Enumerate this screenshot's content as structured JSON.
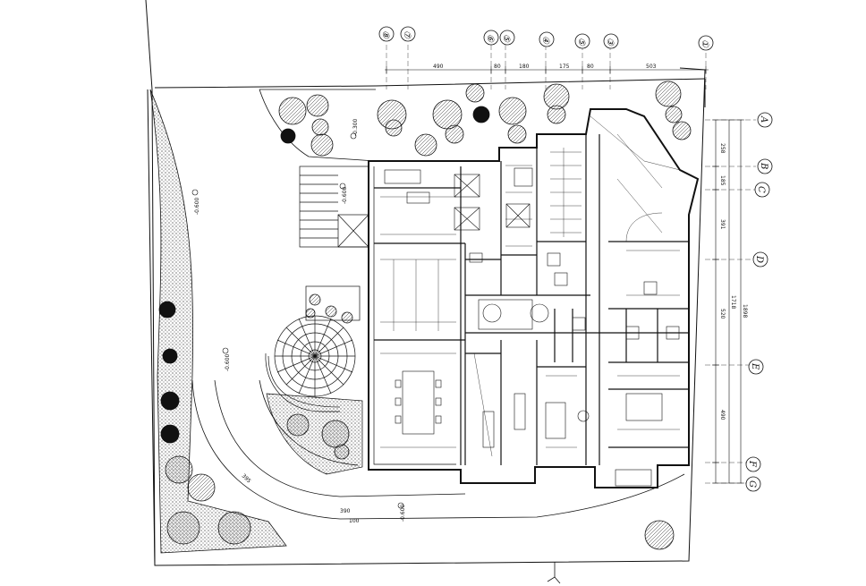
{
  "drawing": {
    "colors": {
      "line": "#111111",
      "paper": "#ffffff"
    },
    "top_grid_bubbles": [
      "①",
      "③",
      "⑤",
      "④",
      "⑤",
      "⑥",
      "⑦",
      "⑧"
    ],
    "right_grid_bubbles": [
      "A",
      "B",
      "C",
      "D",
      "E",
      "F",
      "G"
    ],
    "top_dims": [
      "490",
      "80",
      "180",
      "175",
      "80",
      "503"
    ],
    "right_dims": [
      "258",
      "185",
      "391",
      "520",
      "490",
      "1718",
      "1898"
    ],
    "bottom_dims": [
      "390",
      "100",
      "395"
    ],
    "level_marks": [
      "-0.300",
      "-0.600",
      "-0.600",
      "-0.600",
      "-0.600"
    ]
  }
}
